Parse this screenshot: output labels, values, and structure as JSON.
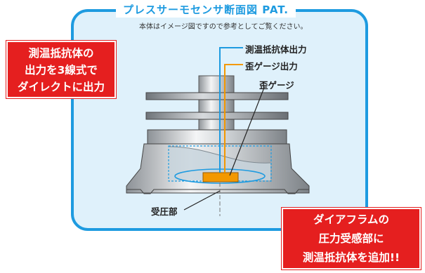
{
  "title": "プレスサーモセンサ断面図 PAT.",
  "subtitle": "本体はイメージ図ですので参考としてご覧ください。",
  "callout_left": {
    "lines": [
      "測温抵抗体の",
      "出力を3線式で",
      "ダイレクトに出力"
    ]
  },
  "callout_right": {
    "lines": [
      "ダイアフラムの",
      "圧力受感部に",
      "測温抵抗体を追加!!"
    ]
  },
  "labels": {
    "rtd_output": "測温抵抗体出力",
    "strain_output": "歪ゲージ出力",
    "strain_gauge": "歪ゲージ",
    "pressure_part": "受圧部"
  },
  "colors": {
    "frame_blue": "#1e9be0",
    "panel_bg": "#dff1fb",
    "callout_red": "#e51f1f",
    "rtd_line_blue": "#1e9be0",
    "strain_line_orange": "#f39800",
    "sensor_orange": "#f39800"
  }
}
